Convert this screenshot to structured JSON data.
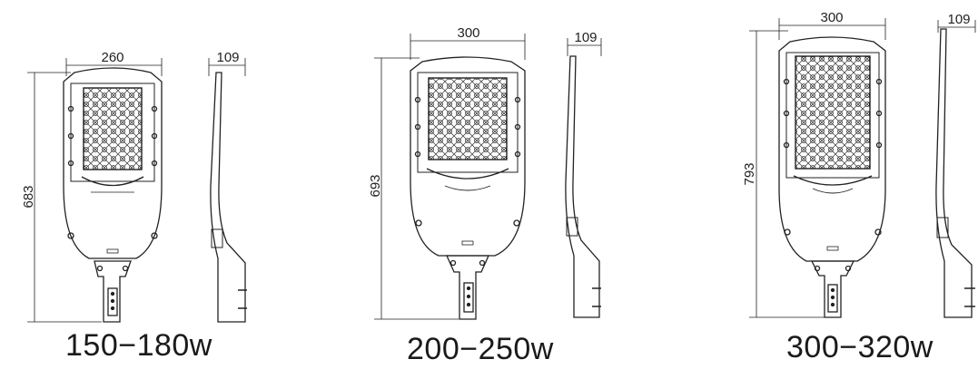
{
  "models": [
    {
      "caption": "150−180w",
      "width_label": "260",
      "height_label": "683",
      "depth_label": "109"
    },
    {
      "caption": "200−250w",
      "width_label": "300",
      "height_label": "693",
      "depth_label": "109"
    },
    {
      "caption": "300−320w",
      "width_label": "300",
      "height_label": "793",
      "depth_label": "109"
    }
  ]
}
